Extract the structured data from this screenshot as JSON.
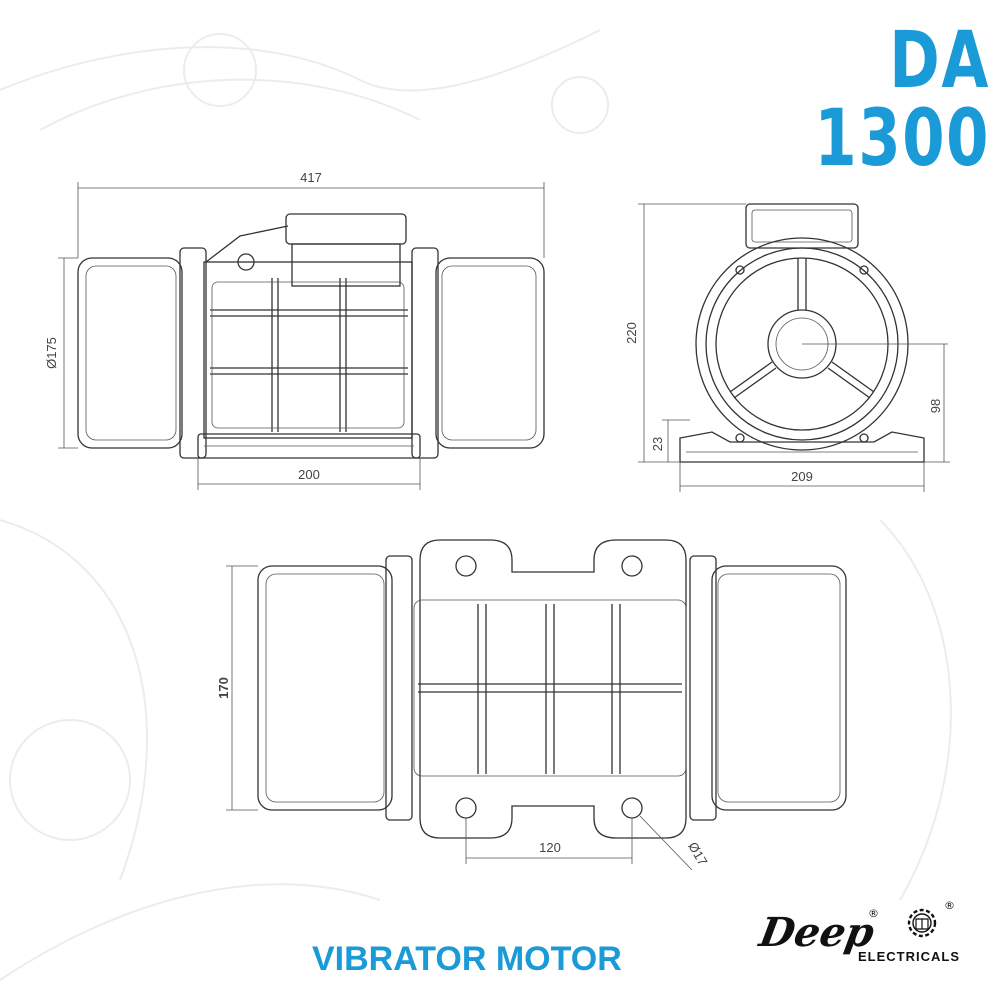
{
  "header": {
    "title": "DA 1300",
    "title_color": "#1a9ad6"
  },
  "footer": {
    "subtitle": "VIBRATOR MOTOR",
    "subtitle_color": "#1a9ad6"
  },
  "brand": {
    "name": "Deep",
    "registered": "®",
    "tagline": "ELECTRICALS",
    "emblem": "gear-emblem-icon"
  },
  "dimensions": {
    "side_length": "417",
    "side_diameter": "Ø175",
    "side_base": "200",
    "end_height": "220",
    "end_shaft_height": "98",
    "end_foot": "23",
    "end_width": "209",
    "top_width": "170",
    "top_hole_spacing": "120",
    "top_hole_diameter": "Ø17"
  }
}
